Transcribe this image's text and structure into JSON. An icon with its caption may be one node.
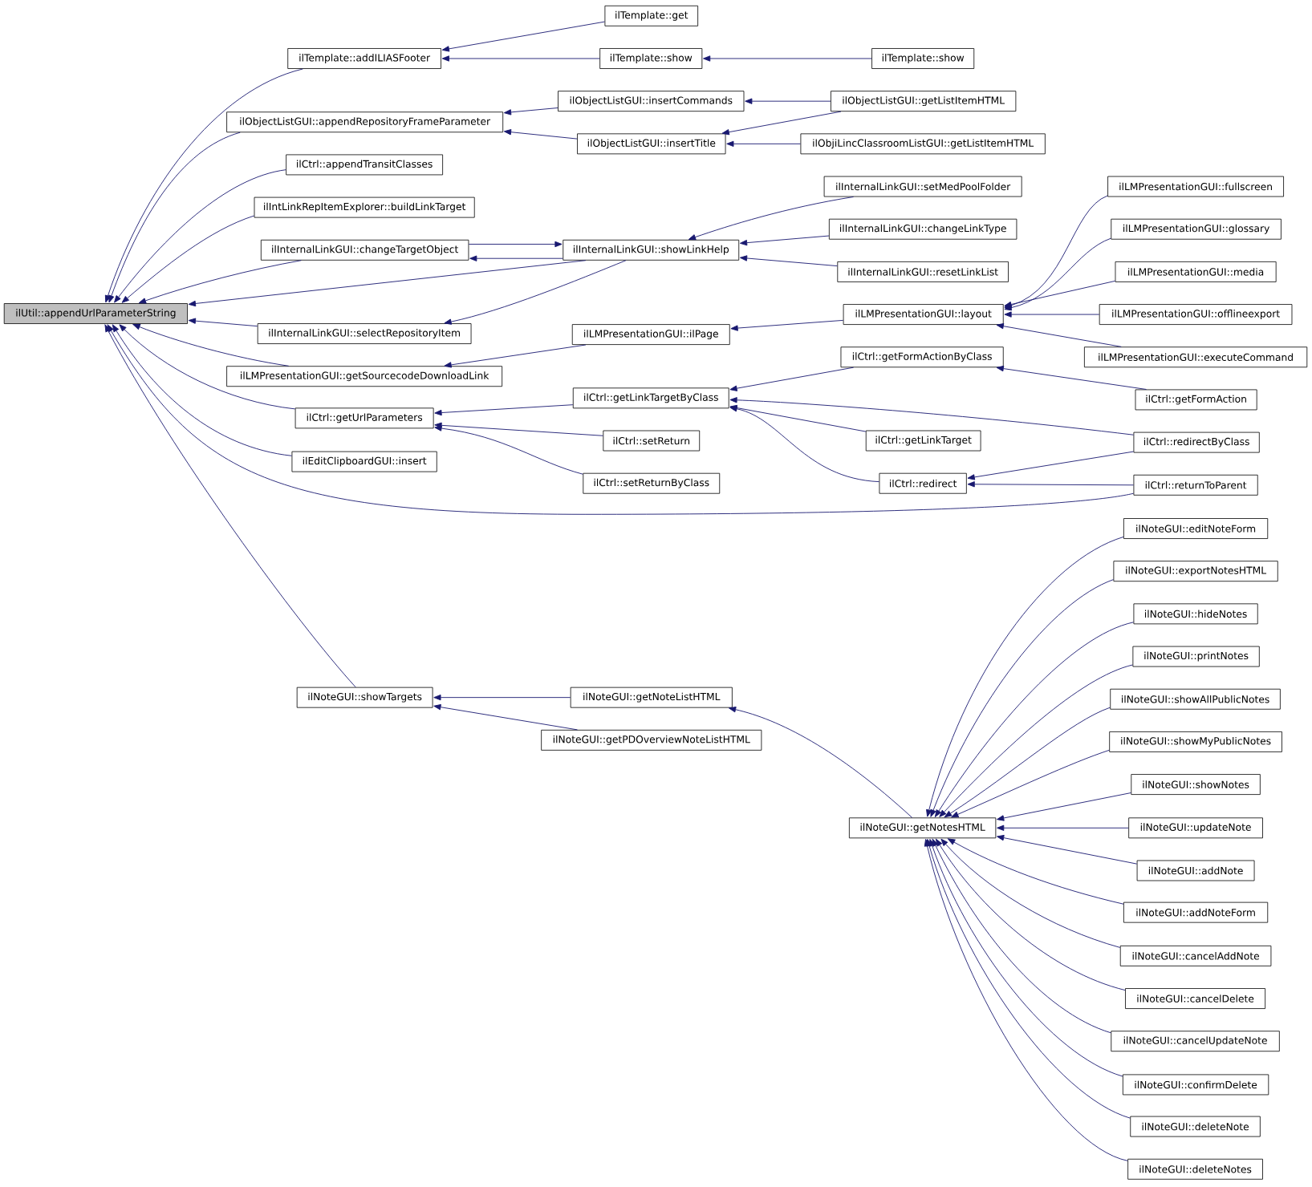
{
  "diagram": {
    "nodes": [
      {
        "text": [
          "ilUtil::appendUrlParameterString"
        ]
      },
      {
        "text": [
          "ilTemplate::addILIASFooter"
        ]
      },
      {
        "text": [
          "ilTemplate::get"
        ]
      },
      {
        "text": [
          "ilTemplate::show"
        ]
      },
      {
        "text": [
          "ilTemplate::show"
        ]
      },
      {
        "text": [
          "ilObjectListGUI::appendRepositoryFrameParameter"
        ]
      },
      {
        "text": [
          "ilObjectListGUI::insertCommands"
        ]
      },
      {
        "text": [
          "ilObjectListGUI::insertTitle"
        ]
      },
      {
        "text": [
          "ilObjectListGUI::getListItemHTML"
        ]
      },
      {
        "text": [
          "ilObjiLincClassroomListGUI::getListItemHTML"
        ]
      },
      {
        "text": [
          "ilCtrl::appendTransitClasses"
        ]
      },
      {
        "text": [
          "ilIntLinkRepItemExplorer::buildLinkTarget"
        ]
      },
      {
        "text": [
          "ilInternalLinkGUI::changeTargetObject"
        ]
      },
      {
        "text": [
          "ilInternalLinkGUI::showLinkHelp"
        ]
      },
      {
        "text": [
          "ilInternalLinkGUI::setMedPoolFolder"
        ]
      },
      {
        "text": [
          "ilInternalLinkGUI::changeLinkType"
        ]
      },
      {
        "text": [
          "ilInternalLinkGUI::resetLinkList"
        ]
      },
      {
        "text": [
          "ilInternalLinkGUI::selectRepositoryItem"
        ]
      },
      {
        "text": [
          "ilLMPresentationGUI::getSourcecodeDownloadLink"
        ]
      },
      {
        "text": [
          "ilLMPresentationGUI::ilPage"
        ]
      },
      {
        "text": [
          "ilLMPresentationGUI::layout"
        ]
      },
      {
        "text": [
          "ilLMPresentationGUI::fullscreen"
        ]
      },
      {
        "text": [
          "ilLMPresentationGUI::glossary"
        ]
      },
      {
        "text": [
          "ilLMPresentationGUI::media"
        ]
      },
      {
        "text": [
          "ilLMPresentationGUI::offlineexport"
        ]
      },
      {
        "text": [
          "ilLMPresentationGUI::executeCommand"
        ]
      },
      {
        "text": [
          "ilCtrl::getUrlParameters"
        ]
      },
      {
        "text": [
          "ilCtrl::getLinkTargetByClass"
        ]
      },
      {
        "text": [
          "ilCtrl::getFormActionByClass"
        ]
      },
      {
        "text": [
          "ilCtrl::getFormAction"
        ]
      },
      {
        "text": [
          "ilCtrl::setReturn"
        ]
      },
      {
        "text": [
          "ilCtrl::setReturnByClass"
        ]
      },
      {
        "text": [
          "ilCtrl::getLinkTarget"
        ]
      },
      {
        "text": [
          "ilCtrl::redirect"
        ]
      },
      {
        "text": [
          "ilCtrl::redirectByClass"
        ]
      },
      {
        "text": [
          "ilCtrl::returnToParent"
        ]
      },
      {
        "text": [
          "ilEditClipboardGUI::insert"
        ]
      },
      {
        "text": [
          "ilNoteGUI::showTargets"
        ]
      },
      {
        "text": [
          "ilNoteGUI::getNoteListHTML"
        ]
      },
      {
        "text": [
          "ilNoteGUI::getPDOverviewNoteListHTML"
        ]
      },
      {
        "text": [
          "ilNoteGUI::getNotesHTML"
        ]
      },
      {
        "text": [
          "ilNoteGUI::editNoteForm"
        ]
      },
      {
        "text": [
          "ilNoteGUI::exportNotesHTML"
        ]
      },
      {
        "text": [
          "ilNoteGUI::hideNotes"
        ]
      },
      {
        "text": [
          "ilNoteGUI::printNotes"
        ]
      },
      {
        "text": [
          "ilNoteGUI::showAllPublicNotes"
        ]
      },
      {
        "text": [
          "ilNoteGUI::showMyPublicNotes"
        ]
      },
      {
        "text": [
          "ilNoteGUI::showNotes"
        ]
      },
      {
        "text": [
          "ilNoteGUI::updateNote"
        ]
      },
      {
        "text": [
          "ilNoteGUI::addNote"
        ]
      },
      {
        "text": [
          "ilNoteGUI::addNoteForm"
        ]
      },
      {
        "text": [
          "ilNoteGUI::cancelAddNote"
        ]
      },
      {
        "text": [
          "ilNoteGUI::cancelDelete"
        ]
      },
      {
        "text": [
          "ilNoteGUI::cancelUpdateNote"
        ]
      },
      {
        "text": [
          "ilNoteGUI::confirmDelete"
        ]
      },
      {
        "text": [
          "ilNoteGUI::deleteNote"
        ]
      },
      {
        "text": [
          "ilNoteGUI::deleteNotes"
        ]
      }
    ],
    "edges": [
      {
        "from": 1,
        "to": 0,
        "arrow": "to"
      },
      {
        "from": 5,
        "to": 0,
        "arrow": "to"
      },
      {
        "from": 10,
        "to": 0,
        "arrow": "to"
      },
      {
        "from": 11,
        "to": 0,
        "arrow": "to"
      },
      {
        "from": 12,
        "to": 0,
        "arrow": "to"
      },
      {
        "from": 13,
        "to": 0,
        "arrow": "to"
      },
      {
        "from": 17,
        "to": 0,
        "arrow": "to"
      },
      {
        "from": 18,
        "to": 0,
        "arrow": "to"
      },
      {
        "from": 26,
        "to": 0,
        "arrow": "to"
      },
      {
        "from": 36,
        "to": 0,
        "arrow": "to"
      },
      {
        "from": 35,
        "to": 0,
        "arrow": "to"
      },
      {
        "from": 37,
        "to": 0,
        "arrow": "to"
      },
      {
        "from": 2,
        "to": 1,
        "arrow": "to"
      },
      {
        "from": 3,
        "to": 1,
        "arrow": "to"
      },
      {
        "from": 4,
        "to": 3,
        "arrow": "to"
      },
      {
        "from": 6,
        "to": 5,
        "arrow": "to"
      },
      {
        "from": 7,
        "to": 5,
        "arrow": "to"
      },
      {
        "from": 8,
        "to": 6,
        "arrow": "to"
      },
      {
        "from": 8,
        "to": 7,
        "arrow": "to"
      },
      {
        "from": 9,
        "to": 7,
        "arrow": "to"
      },
      {
        "from": 12,
        "to": 13,
        "arrow": "to"
      },
      {
        "from": 13,
        "to": 12,
        "arrow": "to"
      },
      {
        "from": 13,
        "to": 17,
        "arrow": "to"
      },
      {
        "from": 14,
        "to": 13,
        "arrow": "to"
      },
      {
        "from": 15,
        "to": 13,
        "arrow": "to"
      },
      {
        "from": 16,
        "to": 13,
        "arrow": "to"
      },
      {
        "from": 19,
        "to": 18,
        "arrow": "to"
      },
      {
        "from": 20,
        "to": 19,
        "arrow": "to"
      },
      {
        "from": 21,
        "to": 20,
        "arrow": "to"
      },
      {
        "from": 22,
        "to": 20,
        "arrow": "to"
      },
      {
        "from": 23,
        "to": 20,
        "arrow": "to"
      },
      {
        "from": 24,
        "to": 20,
        "arrow": "to"
      },
      {
        "from": 25,
        "to": 20,
        "arrow": "to"
      },
      {
        "from": 27,
        "to": 26,
        "arrow": "to"
      },
      {
        "from": 30,
        "to": 26,
        "arrow": "to"
      },
      {
        "from": 31,
        "to": 26,
        "arrow": "to"
      },
      {
        "from": 28,
        "to": 27,
        "arrow": "to"
      },
      {
        "from": 34,
        "to": 27,
        "arrow": "to"
      },
      {
        "from": 32,
        "to": 27,
        "arrow": "to"
      },
      {
        "from": 33,
        "to": 27,
        "arrow": "to"
      },
      {
        "from": 29,
        "to": 28,
        "arrow": "to"
      },
      {
        "from": 34,
        "to": 33,
        "arrow": "to"
      },
      {
        "from": 35,
        "to": 33,
        "arrow": "to"
      },
      {
        "from": 38,
        "to": 37,
        "arrow": "to"
      },
      {
        "from": 39,
        "to": 37,
        "arrow": "to"
      },
      {
        "from": 40,
        "to": 38,
        "arrow": "to"
      },
      {
        "from": 41,
        "to": 40,
        "arrow": "to"
      },
      {
        "from": 42,
        "to": 40,
        "arrow": "to"
      },
      {
        "from": 43,
        "to": 40,
        "arrow": "to"
      },
      {
        "from": 44,
        "to": 40,
        "arrow": "to"
      },
      {
        "from": 45,
        "to": 40,
        "arrow": "to"
      },
      {
        "from": 46,
        "to": 40,
        "arrow": "to"
      },
      {
        "from": 47,
        "to": 40,
        "arrow": "to"
      },
      {
        "from": 48,
        "to": 40,
        "arrow": "to"
      },
      {
        "from": 49,
        "to": 40,
        "arrow": "to"
      },
      {
        "from": 50,
        "to": 40,
        "arrow": "to"
      },
      {
        "from": 51,
        "to": 40,
        "arrow": "to"
      },
      {
        "from": 52,
        "to": 40,
        "arrow": "to"
      },
      {
        "from": 53,
        "to": 40,
        "arrow": "to"
      },
      {
        "from": 54,
        "to": 40,
        "arrow": "to"
      },
      {
        "from": 55,
        "to": 40,
        "arrow": "to"
      },
      {
        "from": 56,
        "to": 40,
        "arrow": "to"
      }
    ]
  }
}
